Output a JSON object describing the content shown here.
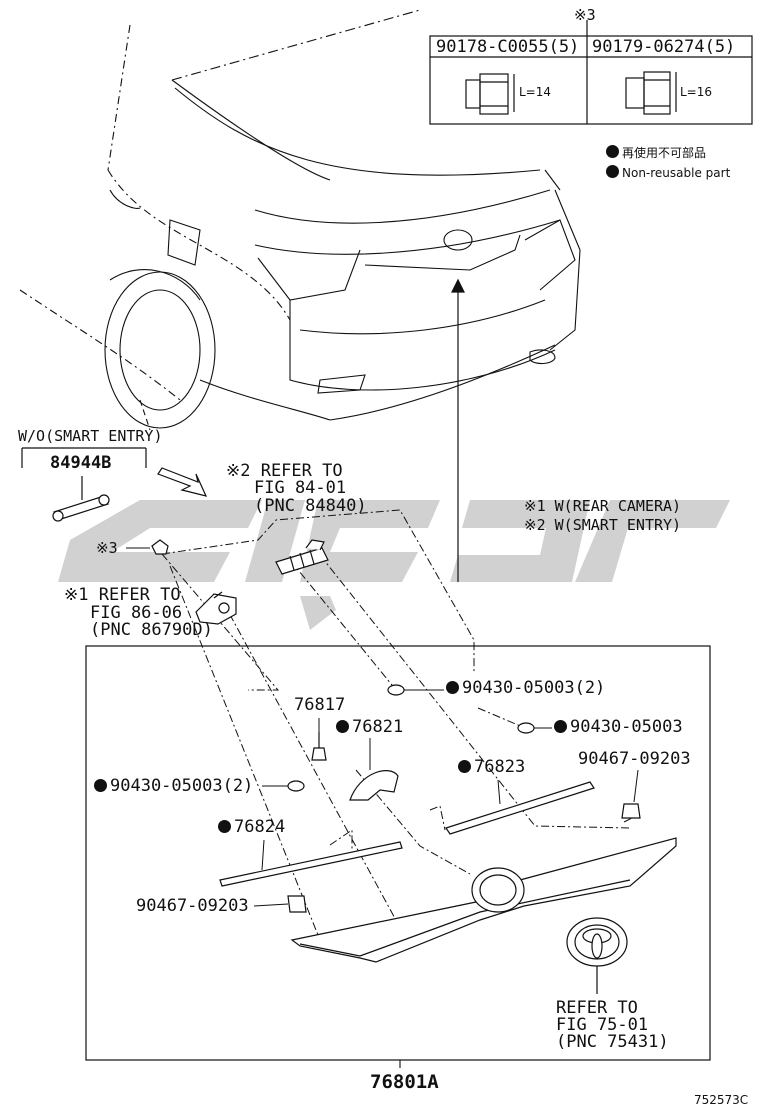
{
  "fasteners_table": {
    "ref_mark": "※3",
    "col1_part": "90178-C0055(5)",
    "col1_length": "L=14",
    "col2_part": "90179-06274(5)",
    "col2_length": "L=16"
  },
  "legend": {
    "ja": "再使用不可部品",
    "en": "Non-reusable part"
  },
  "notes": {
    "note1": "※1 W(REAR CAMERA)",
    "note2": "※2 W(SMART ENTRY)"
  },
  "callouts": {
    "wo_smart_entry": "W/O(SMART ENTRY)",
    "p84944b": "84944B",
    "ref2_line1": "※2 REFER TO",
    "ref2_line2": "FIG 84-01",
    "ref2_line3": "(PNC 84840)",
    "mark3": "※3",
    "ref1_line1": "※1 REFER TO",
    "ref1_line2": "FIG 86-06",
    "ref1_line3": "(PNC 86790D)",
    "p76817": "76817",
    "p76821": "76821",
    "p90430_2_top": "90430-05003(2)",
    "p90430_single": "90430-05003",
    "p76823": "76823",
    "p90467_right": "90467-09203",
    "p90430_2_left": "90430-05003(2)",
    "p76824": "76824",
    "p90467_left": "90467-09203",
    "ref_emblem_line1": "REFER TO",
    "ref_emblem_line2": "FIG 75-01",
    "ref_emblem_line3": "(PNC 75431)",
    "assembly": "76801A",
    "diagram_id": "752573C"
  },
  "icons": {
    "non_reusable_marker": "filled-circle-icon"
  },
  "colors": {
    "line": "#111111",
    "watermark": "#c8c8c8"
  }
}
